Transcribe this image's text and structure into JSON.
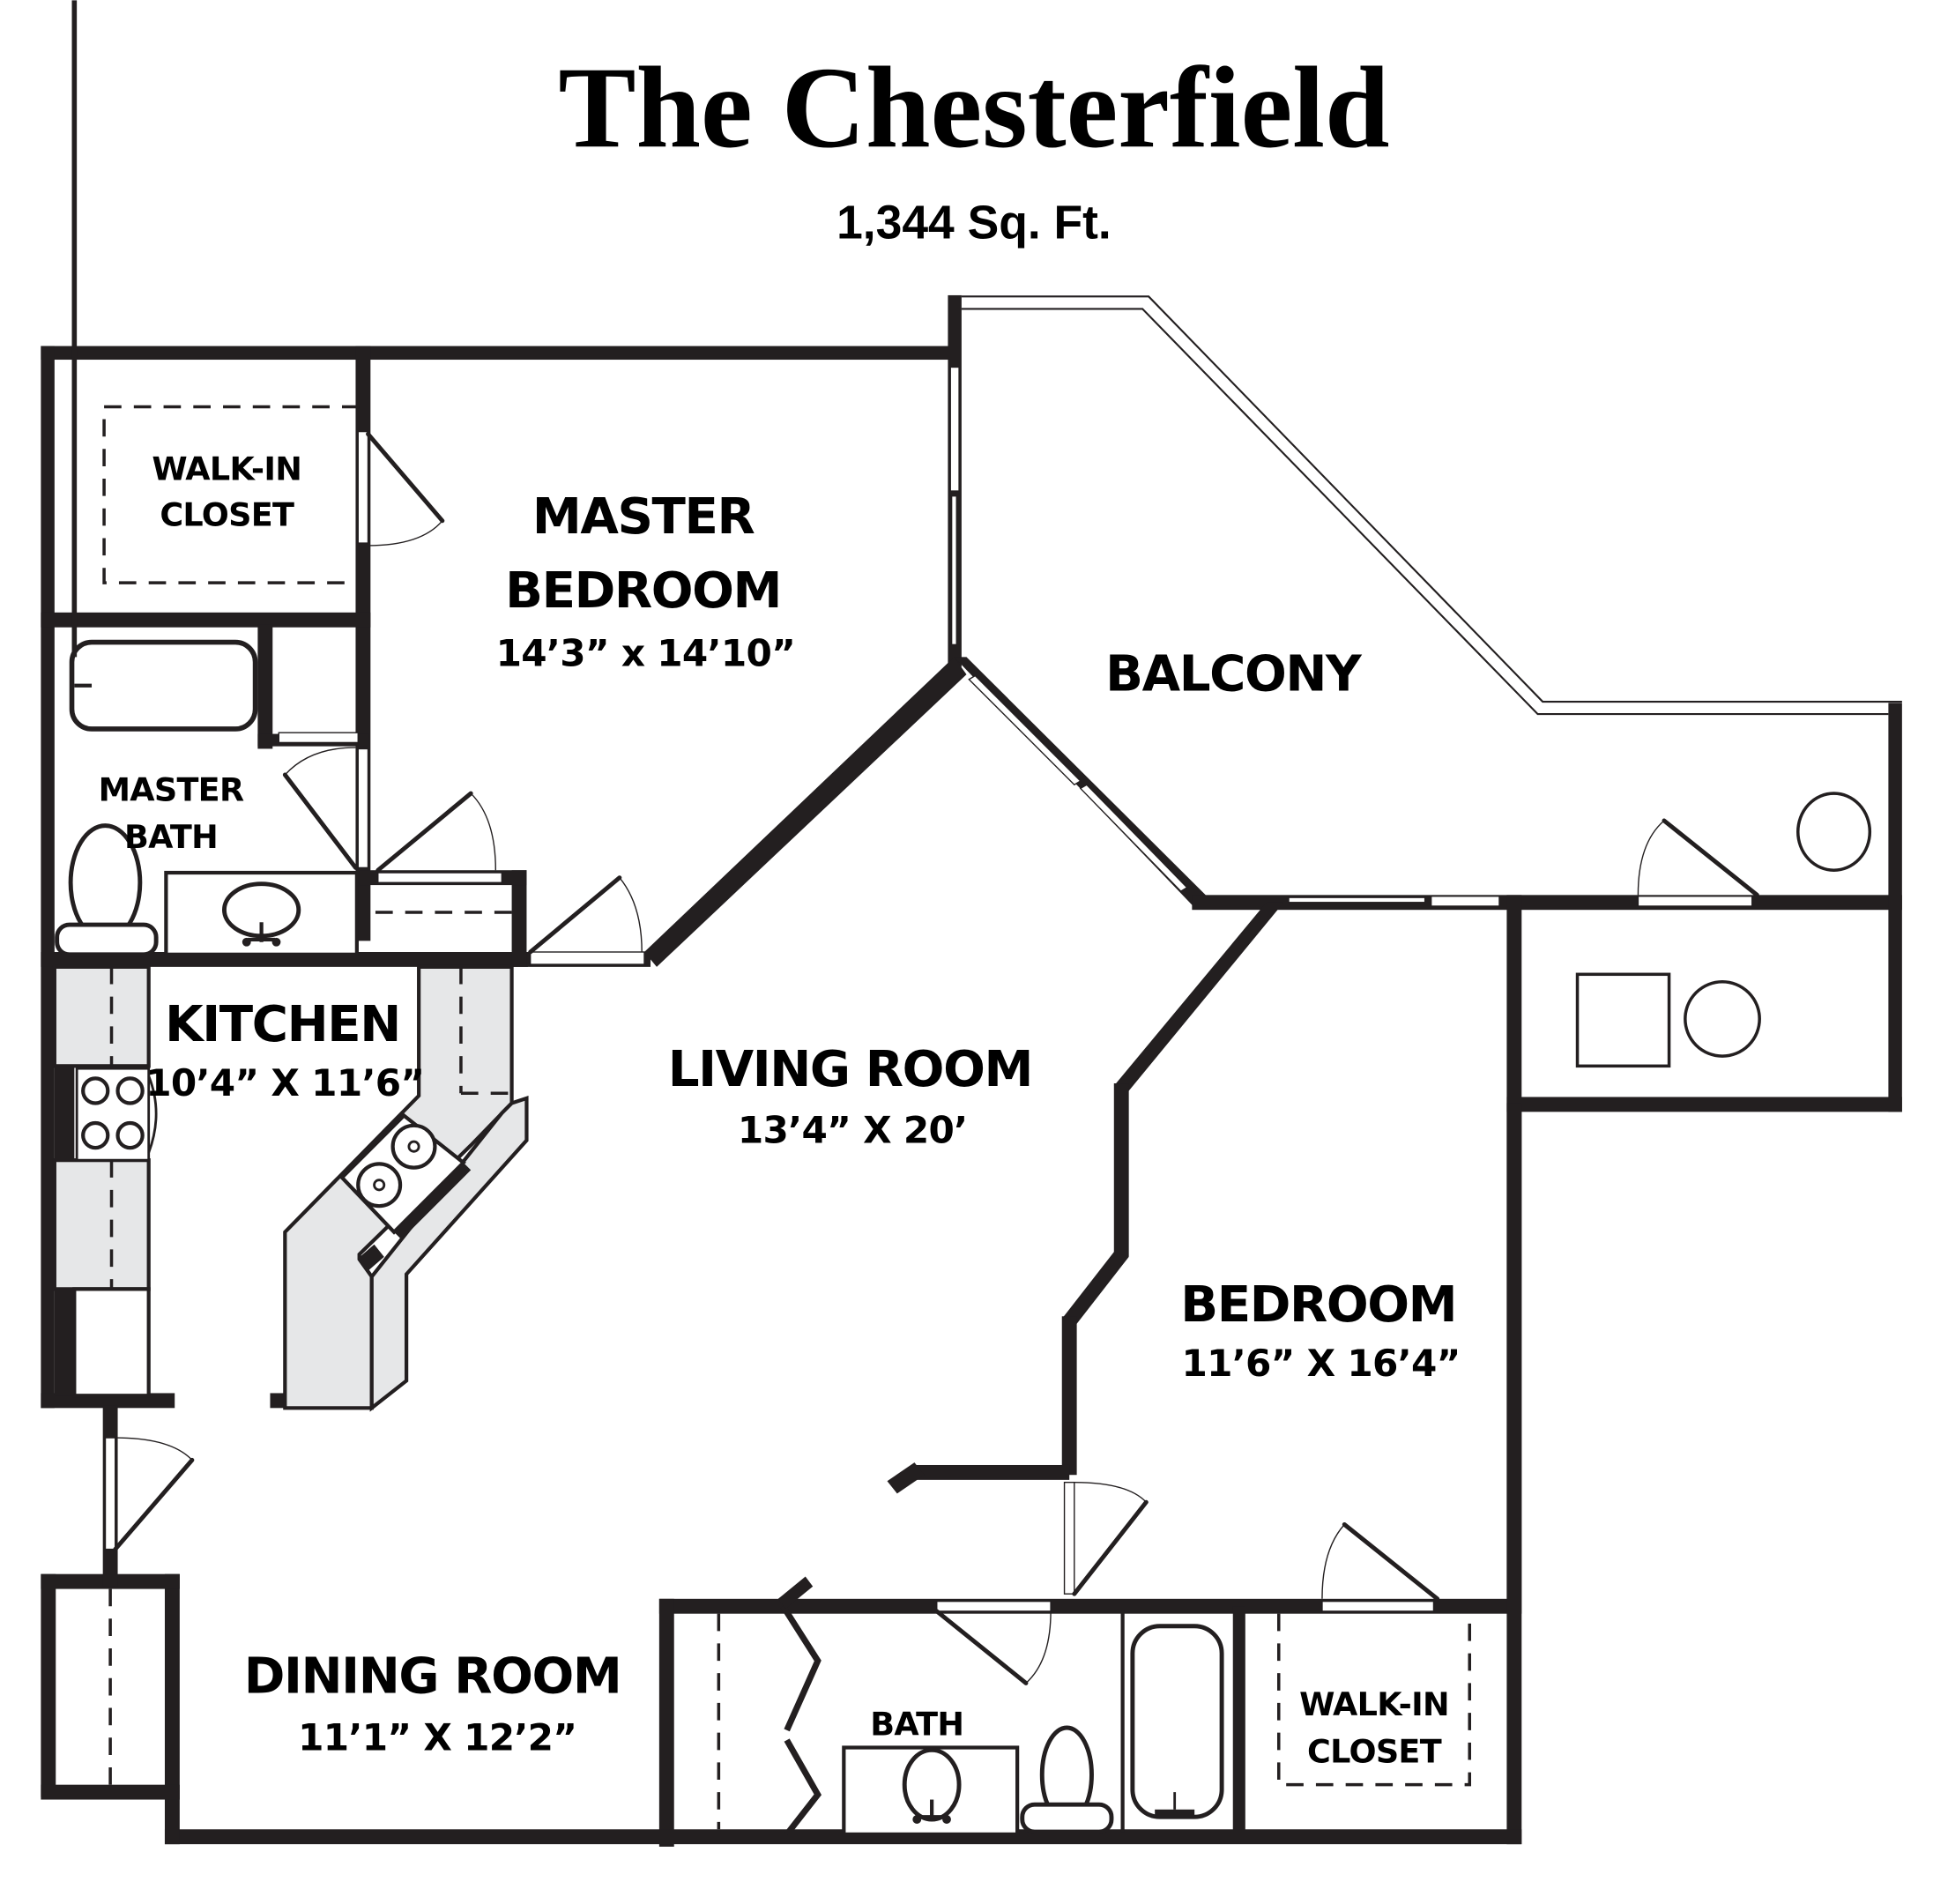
{
  "header": {
    "title": "The Chesterfield",
    "area": "1,344 Sq. Ft."
  },
  "colors": {
    "wall": "#231f20",
    "counter": "#e6e7e8",
    "background": "#ffffff"
  },
  "rooms": {
    "master_closet": {
      "line1": "WALK-IN",
      "line2": "CLOSET"
    },
    "master_bedroom": {
      "line1": "MASTER",
      "line2": "BEDROOM",
      "dims": "14’3” x 14’10”"
    },
    "balcony": {
      "label": "BALCONY"
    },
    "master_bath": {
      "line1": "MASTER",
      "line2": "BATH"
    },
    "kitchen": {
      "label": "KITCHEN",
      "dims": "10’4” X 11’6”"
    },
    "living_room": {
      "label": "LIVING ROOM",
      "dims": "13’4” X 20’"
    },
    "bedroom": {
      "label": "BEDROOM",
      "dims": "11’6” X 16’4”"
    },
    "dining_room": {
      "label": "DINING ROOM",
      "dims": "11’1” X 12’2”"
    },
    "bath": {
      "label": "BATH"
    },
    "bedroom_closet": {
      "line1": "WALK-IN",
      "line2": "CLOSET"
    }
  },
  "fixtures": [
    "bathtub",
    "toilet",
    "sink",
    "stove",
    "double-sink",
    "washer",
    "dryer",
    "water-heater"
  ]
}
